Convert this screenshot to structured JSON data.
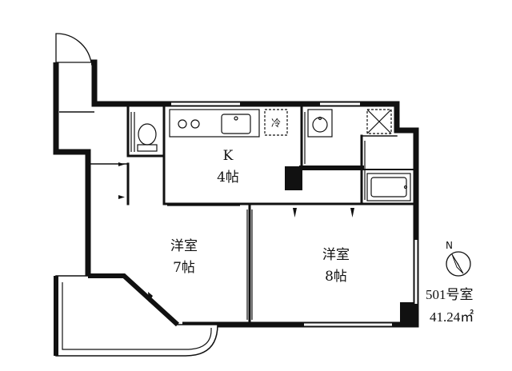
{
  "rooms": {
    "kitchen": {
      "name": "K",
      "size": "4帖"
    },
    "western_room_left": {
      "name": "洋室",
      "size": "7帖"
    },
    "western_room_right": {
      "name": "洋室",
      "size": "8帖"
    }
  },
  "fixtures": {
    "refrigerator_label": "冷"
  },
  "unit": {
    "number": "501号室",
    "area": "41.24㎡"
  },
  "compass": {
    "north_label": "N",
    "icon": "compass-north-arrow-icon"
  }
}
